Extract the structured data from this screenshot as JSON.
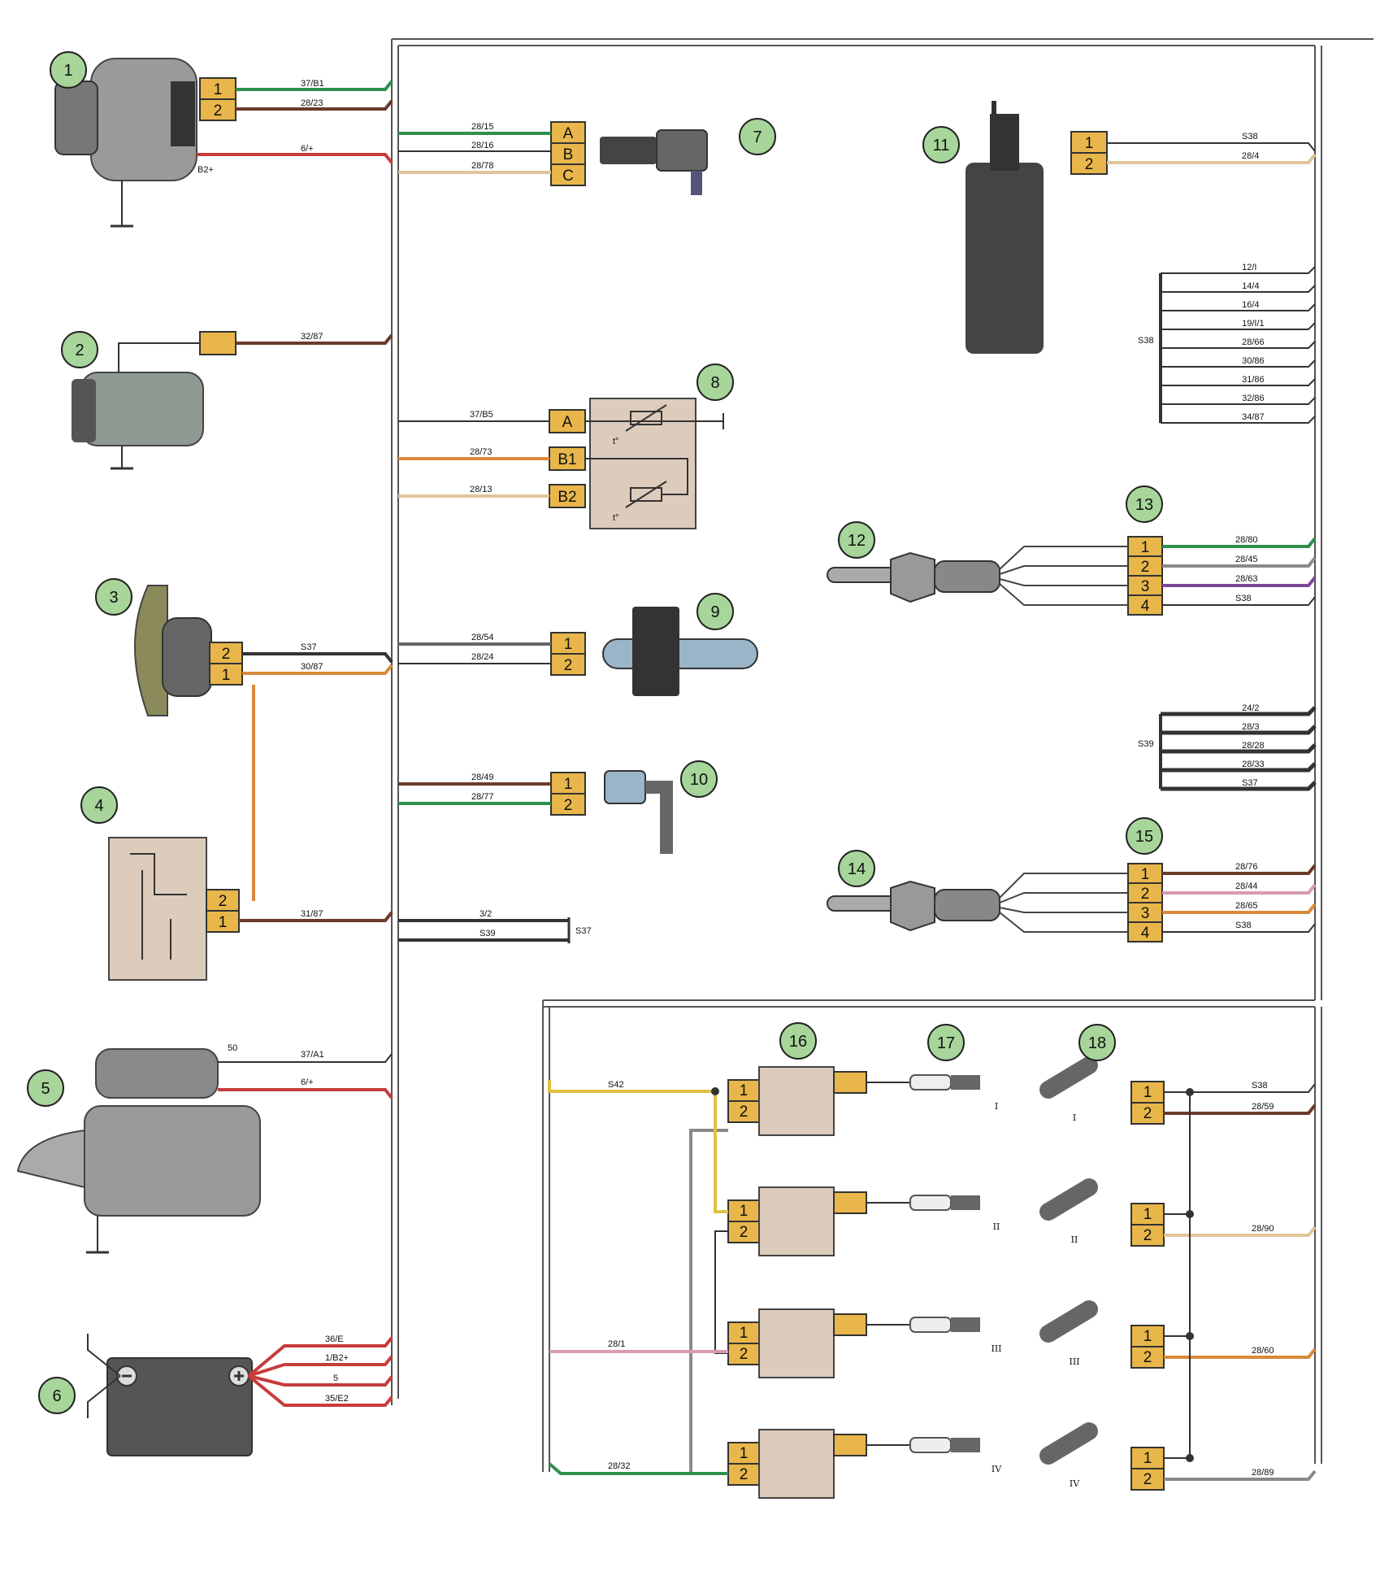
{
  "components": [
    {
      "num": "1",
      "name": "generator"
    },
    {
      "num": "2",
      "name": "ac-compressor"
    },
    {
      "num": "3",
      "name": "fan-motor"
    },
    {
      "num": "4",
      "name": "thermo-switch"
    },
    {
      "num": "5",
      "name": "starter"
    },
    {
      "num": "6",
      "name": "battery"
    },
    {
      "num": "7",
      "name": "pressure-sensor"
    },
    {
      "num": "8",
      "name": "temp-sensor"
    },
    {
      "num": "9",
      "name": "crankshaft-sensor"
    },
    {
      "num": "10",
      "name": "phase-sensor"
    },
    {
      "num": "11",
      "name": "adsorber-valve"
    },
    {
      "num": "12",
      "name": "oxygen-sensor-1"
    },
    {
      "num": "13",
      "name": "connector-13"
    },
    {
      "num": "14",
      "name": "oxygen-sensor-2"
    },
    {
      "num": "15",
      "name": "connector-15"
    },
    {
      "num": "16",
      "name": "ignition-coils"
    },
    {
      "num": "17",
      "name": "spark-plugs"
    },
    {
      "num": "18",
      "name": "injectors"
    }
  ],
  "wire_labels": {
    "c1_1": "37/B1",
    "c1_2": "28/23",
    "c1_b2": "6/+",
    "c1_term": "B2+",
    "c2": "32/87",
    "c3_2": "S37",
    "c3_1": "30/87",
    "c4": "31/87",
    "c4_gnd1": "3/2",
    "c4_gnd2": "S39",
    "c4_gnd_term": "S37",
    "c5_50": "37/A1",
    "c5_term": "50",
    "c5_bat": "6/+",
    "c6_1": "36/E",
    "c6_2": "1/B2+",
    "c6_3": "5",
    "c6_4": "35/E2",
    "c7_a": "28/15",
    "c7_b": "28/16",
    "c7_c": "28/78",
    "c8_a": "37/B5",
    "c8_b1": "28/73",
    "c8_b2": "28/13",
    "c9_1": "28/54",
    "c9_2": "28/24",
    "c10_1": "28/49",
    "c10_2": "28/77",
    "c11_1": "S38",
    "c11_2": "28/4",
    "c13_1": "28/80",
    "c13_2": "28/45",
    "c13_3": "28/63",
    "c13_4": "S38",
    "c15_1": "28/76",
    "c15_2": "28/44",
    "c15_3": "28/65",
    "c15_4": "S38",
    "coil_feed": "S42",
    "coil_mid": "28/1",
    "coil_bot": "28/32",
    "inj1_1": "S38",
    "inj1_2": "28/59",
    "inj2": "28/90",
    "inj3": "28/60",
    "inj4": "28/89"
  },
  "splice_s38": {
    "label": "S38",
    "wires": [
      "12/I",
      "14/4",
      "16/4",
      "19/I/1",
      "28/66",
      "30/86",
      "31/86",
      "32/86",
      "34/87"
    ]
  },
  "splice_s39": {
    "label": "S39",
    "wires": [
      "24/2",
      "28/3",
      "28/28",
      "28/33",
      "S37"
    ]
  },
  "pins": {
    "one": "1",
    "two": "2",
    "three": "3",
    "four": "4",
    "a": "A",
    "b": "B",
    "c": "C",
    "b1": "B1",
    "b2": "B2",
    "t": "t°"
  },
  "cylinders": [
    "I",
    "II",
    "III",
    "IV"
  ],
  "colors": {
    "connector": "#e8b64a",
    "housing": "#ddcbbc",
    "badge": "#a7d59a",
    "harness": "#8a8a8a"
  }
}
